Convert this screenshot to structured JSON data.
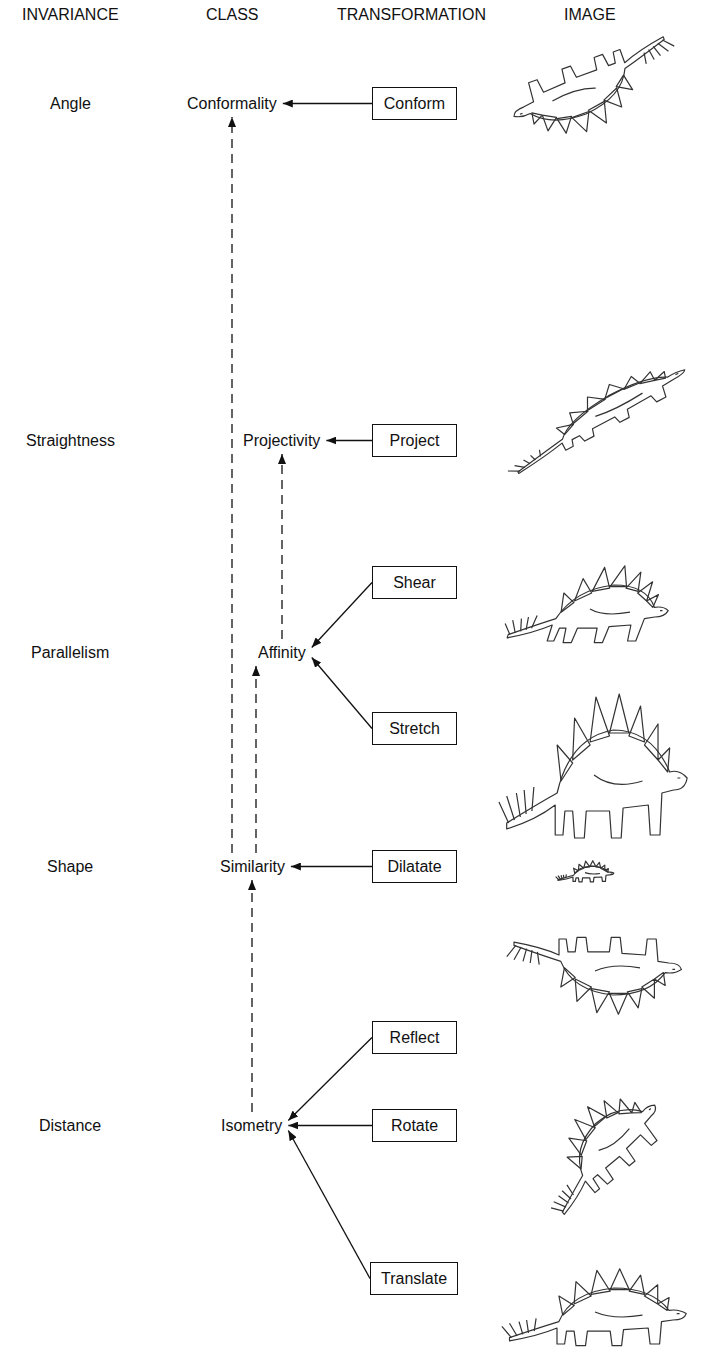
{
  "diagram": {
    "nodes": [
      {
        "text": [
          "Conformality"
        ]
      },
      {
        "text": [
          "Conform"
        ]
      },
      {
        "text": [
          "Projectivity"
        ]
      },
      {
        "text": [
          "Project"
        ]
      },
      {
        "text": [
          "Shear"
        ]
      },
      {
        "text": [
          "Affinity"
        ]
      },
      {
        "text": [
          "Stretch"
        ]
      },
      {
        "text": [
          "Similarity"
        ]
      },
      {
        "text": [
          "Dilatate"
        ]
      },
      {
        "text": [
          "Reflect"
        ]
      },
      {
        "text": [
          "Isometry"
        ]
      },
      {
        "text": [
          "Rotate"
        ]
      },
      {
        "text": [
          "Translate"
        ]
      }
    ],
    "edges": [
      {
        "from": 1,
        "to": 0,
        "arrow": "to"
      },
      {
        "from": 3,
        "to": 2,
        "arrow": "to"
      },
      {
        "from": 4,
        "to": 5,
        "arrow": "to"
      },
      {
        "from": 6,
        "to": 5,
        "arrow": "to"
      },
      {
        "from": 8,
        "to": 7,
        "arrow": "to"
      },
      {
        "from": 9,
        "to": 10,
        "arrow": "to"
      },
      {
        "from": 11,
        "to": 10,
        "arrow": "to"
      },
      {
        "from": 12,
        "to": 10,
        "arrow": "to"
      },
      {
        "from": 10,
        "to": 7,
        "arrow": "to"
      },
      {
        "from": 7,
        "to": 0,
        "arrow": "to"
      },
      {
        "from": 7,
        "to": 5,
        "arrow": "to"
      },
      {
        "from": 5,
        "to": 2,
        "arrow": "to"
      }
    ],
    "labels": [
      "INVARIANCE",
      "CLASS",
      "TRANSFORMATION",
      "IMAGE",
      "Angle",
      "Straightness",
      "Parallelism",
      "Shape",
      "Distance"
    ]
  }
}
